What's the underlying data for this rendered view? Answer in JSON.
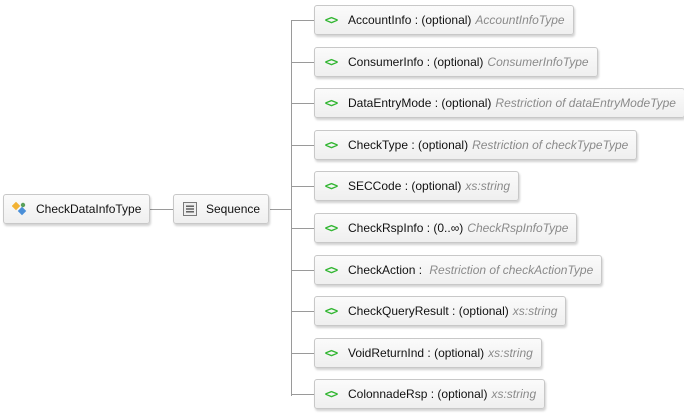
{
  "root": {
    "name": "CheckDataInfoType",
    "icon": "complex-type-icon"
  },
  "compositor": {
    "name": "Sequence",
    "icon": "sequence-icon"
  },
  "element_icon": "element-icon",
  "elements": [
    {
      "name": "AccountInfo",
      "sep": " : ",
      "occurrence": "(optional)",
      "type": "AccountInfoType"
    },
    {
      "name": "ConsumerInfo",
      "sep": " : ",
      "occurrence": "(optional)",
      "type": "ConsumerInfoType"
    },
    {
      "name": "DataEntryMode",
      "sep": " : ",
      "occurrence": "(optional)",
      "type": "Restriction of dataEntryModeType"
    },
    {
      "name": "CheckType",
      "sep": " : ",
      "occurrence": "(optional)",
      "type": "Restriction of checkTypeType"
    },
    {
      "name": "SECCode",
      "sep": " : ",
      "occurrence": "(optional)",
      "type": "xs:string"
    },
    {
      "name": "CheckRspInfo",
      "sep": " : ",
      "occurrence": "(0..∞)",
      "type": "CheckRspInfoType"
    },
    {
      "name": "CheckAction",
      "sep": " : ",
      "occurrence": "",
      "type": "Restriction of checkActionType"
    },
    {
      "name": "CheckQueryResult",
      "sep": " : ",
      "occurrence": "(optional)",
      "type": "xs:string"
    },
    {
      "name": "VoidReturnInd",
      "sep": " : ",
      "occurrence": "(optional)",
      "type": "xs:string"
    },
    {
      "name": "ColonnadeRsp",
      "sep": " : ",
      "occurrence": "(optional)",
      "type": "xs:string"
    }
  ],
  "colors": {
    "connector": "#9a9a9a",
    "element_icon": "#2fb52f",
    "type_text": "#8a8a8a"
  }
}
